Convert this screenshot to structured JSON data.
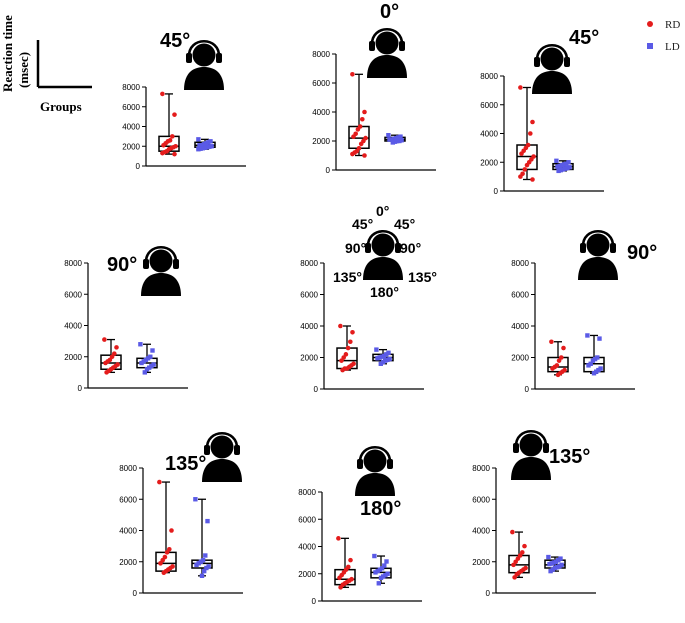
{
  "legend": {
    "title_y": "Reaction time",
    "title_units": "(msec)",
    "title_x": "Groups",
    "rd_label": "RD",
    "ld_label": "LD"
  },
  "colors": {
    "rd": "#e41c1c",
    "ld": "#5a5ae6",
    "axis": "#000000"
  },
  "icon": "headphones-person-icon",
  "center_labels": {
    "top": "0°",
    "top_left": "45°",
    "top_right": "45°",
    "mid_left": "90°",
    "mid_right": "90°",
    "low_left": "135°",
    "low_right": "135°",
    "bottom": "180°"
  },
  "chart_data": [
    {
      "type": "box",
      "panel": "top-left",
      "angle": "45°",
      "ylim": [
        0,
        8000
      ],
      "yticks": [
        "0",
        "2000",
        "4000",
        "6000",
        "8000"
      ],
      "series": [
        {
          "name": "RD",
          "min": 1200,
          "q1": 1500,
          "median": 2000,
          "q3": 3000,
          "max": 7300,
          "points": [
            7300,
            5200,
            3000,
            2600,
            2500,
            2300,
            2100,
            2000,
            1900,
            1800,
            1700,
            1500,
            1400,
            1300,
            1200
          ]
        },
        {
          "name": "LD",
          "min": 1700,
          "q1": 1900,
          "median": 2100,
          "q3": 2400,
          "max": 2700,
          "points": [
            2700,
            2500,
            2400,
            2300,
            2200,
            2100,
            2100,
            2000,
            1950,
            1900,
            1850,
            1800,
            1750,
            1700
          ]
        }
      ]
    },
    {
      "type": "box",
      "panel": "top-center",
      "angle": "0°",
      "ylim": [
        0,
        8000
      ],
      "yticks": [
        "0",
        "2000",
        "4000",
        "6000",
        "8000"
      ],
      "series": [
        {
          "name": "RD",
          "min": 1000,
          "q1": 1500,
          "median": 2200,
          "q3": 3000,
          "max": 6600,
          "points": [
            6600,
            4000,
            3500,
            3000,
            2800,
            2500,
            2300,
            2200,
            2000,
            1800,
            1500,
            1300,
            1200,
            1100,
            1000
          ]
        },
        {
          "name": "LD",
          "min": 1900,
          "q1": 2000,
          "median": 2100,
          "q3": 2250,
          "max": 2400,
          "points": [
            2400,
            2300,
            2250,
            2200,
            2150,
            2100,
            2100,
            2050,
            2000,
            2000,
            1950,
            1900
          ]
        }
      ]
    },
    {
      "type": "box",
      "panel": "top-right",
      "angle": "45°",
      "ylim": [
        0,
        8000
      ],
      "yticks": [
        "0",
        "2000",
        "4000",
        "6000",
        "8000"
      ],
      "series": [
        {
          "name": "RD",
          "min": 800,
          "q1": 1500,
          "median": 2400,
          "q3": 3200,
          "max": 7200,
          "points": [
            7200,
            4800,
            4000,
            3200,
            3000,
            2800,
            2600,
            2400,
            2200,
            2000,
            1800,
            1500,
            1200,
            1000,
            800
          ]
        },
        {
          "name": "LD",
          "min": 1400,
          "q1": 1500,
          "median": 1700,
          "q3": 1900,
          "max": 2100,
          "points": [
            2100,
            2000,
            1900,
            1850,
            1800,
            1750,
            1700,
            1650,
            1600,
            1550,
            1500,
            1450,
            1400
          ]
        }
      ]
    },
    {
      "type": "box",
      "panel": "middle-left",
      "angle": "90°",
      "ylim": [
        0,
        8000
      ],
      "yticks": [
        "0",
        "2000",
        "4000",
        "6000",
        "8000"
      ],
      "series": [
        {
          "name": "RD",
          "min": 1000,
          "q1": 1200,
          "median": 1600,
          "q3": 2100,
          "max": 3100,
          "points": [
            3100,
            2600,
            2200,
            2000,
            1800,
            1700,
            1600,
            1500,
            1400,
            1300,
            1200,
            1100,
            1000
          ]
        },
        {
          "name": "LD",
          "min": 1000,
          "q1": 1300,
          "median": 1600,
          "q3": 1900,
          "max": 2800,
          "points": [
            2800,
            2400,
            2000,
            1900,
            1800,
            1700,
            1600,
            1500,
            1400,
            1300,
            1200,
            1000
          ]
        }
      ]
    },
    {
      "type": "box",
      "panel": "middle-center",
      "angle": "all",
      "ylim": [
        0,
        8000
      ],
      "yticks": [
        "0",
        "2000",
        "4000",
        "6000",
        "8000"
      ],
      "series": [
        {
          "name": "RD",
          "min": 1200,
          "q1": 1300,
          "median": 1800,
          "q3": 2600,
          "max": 4000,
          "points": [
            4000,
            3600,
            3000,
            2600,
            2200,
            2000,
            1800,
            1600,
            1500,
            1400,
            1300,
            1300,
            1200
          ]
        },
        {
          "name": "LD",
          "min": 1600,
          "q1": 1800,
          "median": 2000,
          "q3": 2200,
          "max": 2500,
          "points": [
            2500,
            2300,
            2200,
            2100,
            2050,
            2000,
            1950,
            1900,
            1850,
            1800,
            1700,
            1600
          ]
        }
      ]
    },
    {
      "type": "box",
      "panel": "middle-right",
      "angle": "90°",
      "ylim": [
        0,
        8000
      ],
      "yticks": [
        "0",
        "2000",
        "4000",
        "6000",
        "8000"
      ],
      "series": [
        {
          "name": "RD",
          "min": 900,
          "q1": 1100,
          "median": 1400,
          "q3": 2000,
          "max": 3000,
          "points": [
            3000,
            2600,
            2000,
            1800,
            1500,
            1400,
            1300,
            1200,
            1100,
            1000,
            900
          ]
        },
        {
          "name": "LD",
          "min": 1000,
          "q1": 1100,
          "median": 1600,
          "q3": 2000,
          "max": 3400,
          "points": [
            3400,
            3200,
            2000,
            1900,
            1800,
            1600,
            1500,
            1300,
            1200,
            1100,
            1000
          ]
        }
      ]
    },
    {
      "type": "box",
      "panel": "bottom-left",
      "angle": "135°",
      "ylim": [
        0,
        8000
      ],
      "yticks": [
        "0",
        "2000",
        "4000",
        "6000",
        "8000"
      ],
      "series": [
        {
          "name": "RD",
          "min": 1300,
          "q1": 1400,
          "median": 1900,
          "q3": 2600,
          "max": 7100,
          "points": [
            7100,
            4000,
            2800,
            2600,
            2300,
            2100,
            1900,
            1700,
            1600,
            1500,
            1400,
            1300
          ]
        },
        {
          "name": "LD",
          "min": 1100,
          "q1": 1600,
          "median": 1900,
          "q3": 2100,
          "max": 6000,
          "points": [
            6000,
            4600,
            2400,
            2100,
            2000,
            1900,
            1800,
            1700,
            1600,
            1400,
            1100
          ]
        }
      ]
    },
    {
      "type": "box",
      "panel": "bottom-center",
      "angle": "180°",
      "ylim": [
        0,
        8000
      ],
      "yticks": [
        "0",
        "2000",
        "4000",
        "6000",
        "8000"
      ],
      "series": [
        {
          "name": "RD",
          "min": 1000,
          "q1": 1200,
          "median": 1600,
          "q3": 2300,
          "max": 4600,
          "points": [
            4600,
            3000,
            2500,
            2300,
            2100,
            1900,
            1700,
            1600,
            1500,
            1400,
            1300,
            1200,
            1000
          ]
        },
        {
          "name": "LD",
          "min": 1300,
          "q1": 1700,
          "median": 2100,
          "q3": 2400,
          "max": 3300,
          "points": [
            3300,
            2900,
            2600,
            2400,
            2300,
            2200,
            2100,
            2000,
            1900,
            1800,
            1700,
            1300
          ]
        }
      ]
    },
    {
      "type": "box",
      "panel": "bottom-right",
      "angle": "135°",
      "ylim": [
        0,
        8000
      ],
      "yticks": [
        "0",
        "2000",
        "4000",
        "6000",
        "8000"
      ],
      "series": [
        {
          "name": "RD",
          "min": 1000,
          "q1": 1300,
          "median": 1800,
          "q3": 2400,
          "max": 3900,
          "points": [
            3900,
            3000,
            2600,
            2400,
            2200,
            2000,
            1800,
            1600,
            1500,
            1400,
            1300,
            1200,
            1000
          ]
        },
        {
          "name": "LD",
          "min": 1400,
          "q1": 1600,
          "median": 1800,
          "q3": 2100,
          "max": 2300,
          "points": [
            2300,
            2200,
            2100,
            2000,
            1950,
            1900,
            1850,
            1800,
            1700,
            1650,
            1600,
            1500,
            1400
          ]
        }
      ]
    }
  ]
}
